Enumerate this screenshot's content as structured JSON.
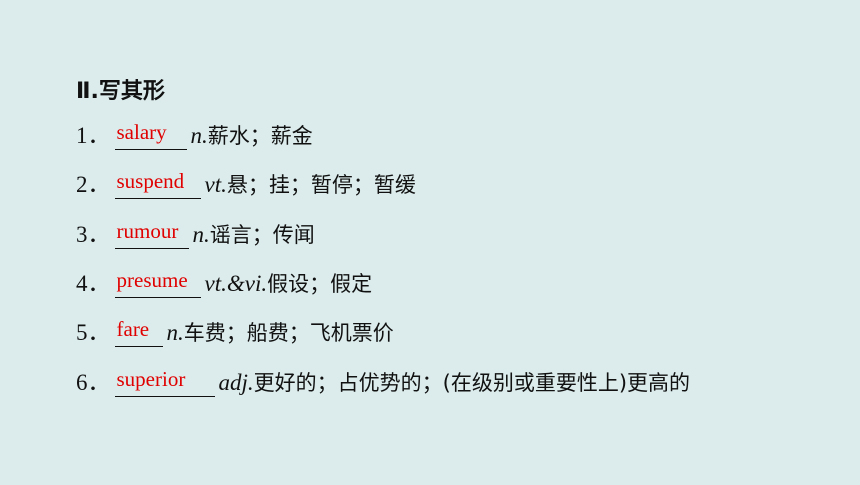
{
  "heading": "Ⅱ.写其形",
  "items": [
    {
      "num": "1．",
      "answer": "salary",
      "pos": "n.",
      "meaning": "薪水；薪金"
    },
    {
      "num": "2．",
      "answer": "suspend",
      "pos": "vt.",
      "meaning": "悬；挂；暂停；暂缓"
    },
    {
      "num": "3．",
      "answer": "rumour",
      "pos": "n.",
      "meaning": "谣言；传闻"
    },
    {
      "num": "4．",
      "answer": "presume",
      "pos": "vt.&vi.",
      "meaning": "假设；假定"
    },
    {
      "num": "5．",
      "answer": "fare",
      "pos": "n.",
      "meaning": "车费；船费；飞机票价"
    },
    {
      "num": "6．",
      "answer": "superior",
      "pos": "adj.",
      "meaning": "更好的；占优势的；(在级别或重要性上)更高的"
    }
  ]
}
